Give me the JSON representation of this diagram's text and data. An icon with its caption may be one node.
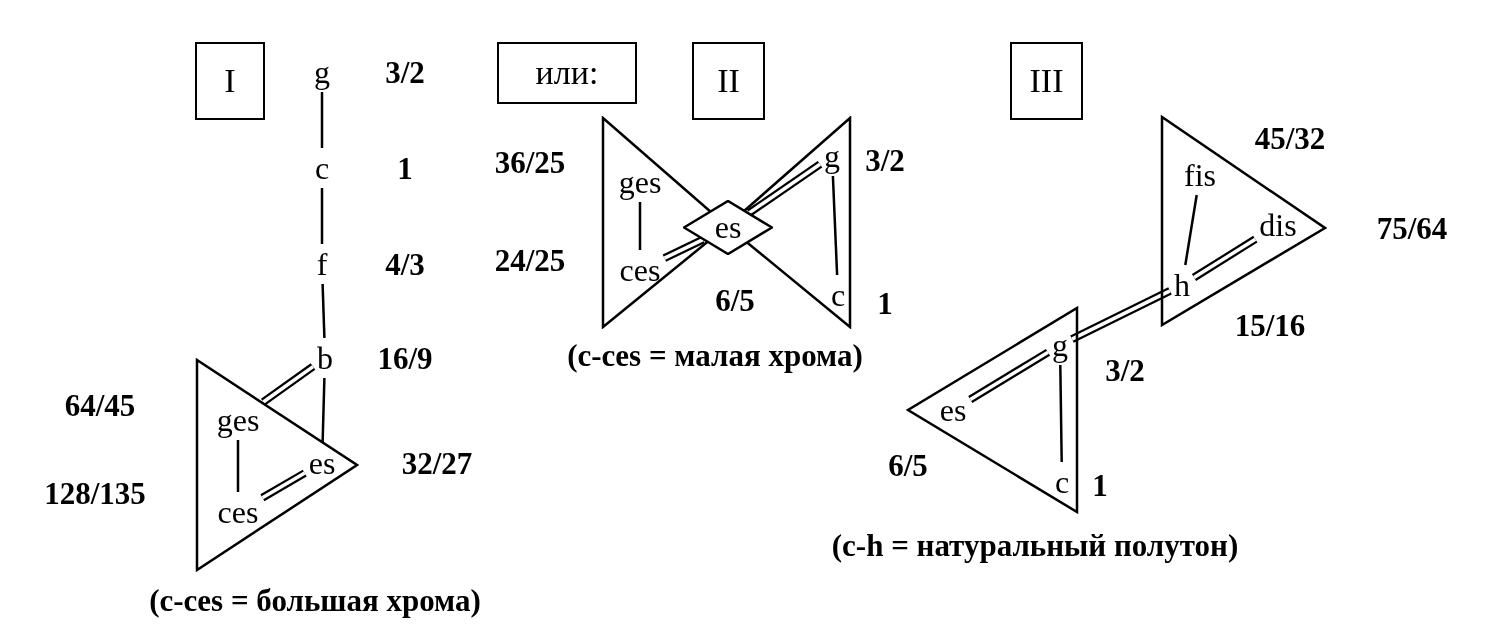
{
  "diagram": {
    "nodes": [
      {
        "text": [
          "I"
        ]
      },
      {
        "text": [
          "g"
        ],
        "beside": [
          "3/2"
        ]
      },
      {
        "text": [
          "c"
        ],
        "beside": [
          "1"
        ]
      },
      {
        "text": [
          "f"
        ],
        "beside": [
          "4/3"
        ]
      },
      {
        "text": [
          "b"
        ],
        "beside": [
          "16/9"
        ]
      },
      {
        "text": [],
        "shape": "triangle"
      },
      {
        "text": [
          "ges"
        ],
        "in": 5,
        "beside": [
          "64/45"
        ]
      },
      {
        "text": [
          "ces"
        ],
        "in": 5,
        "beside": [
          "128/135"
        ]
      },
      {
        "text": [
          "es"
        ],
        "in": 5,
        "beside": [
          "32/27"
        ]
      },
      {
        "text": [
          "или:"
        ]
      },
      {
        "text": [
          "II"
        ]
      },
      {
        "text": [],
        "shape": "triangle"
      },
      {
        "text": [
          "ges"
        ],
        "in": 11,
        "beside": [
          "36/25"
        ]
      },
      {
        "text": [
          "ces"
        ],
        "in": 11,
        "beside": [
          "24/25"
        ]
      },
      {
        "text": [],
        "shape": "triangle"
      },
      {
        "text": [
          "g"
        ],
        "in": 14,
        "beside": [
          "3/2"
        ]
      },
      {
        "text": [
          "c"
        ],
        "in": 14,
        "beside": [
          "1"
        ]
      },
      {
        "text": [
          "es"
        ],
        "beside": [
          "6/5"
        ]
      },
      {
        "text": [
          "III"
        ]
      },
      {
        "text": [],
        "shape": "triangle"
      },
      {
        "text": [
          "fis"
        ],
        "in": 19,
        "beside": [
          "45/32"
        ]
      },
      {
        "text": [
          "dis"
        ],
        "in": 19,
        "beside": [
          "75/64"
        ]
      },
      {
        "text": [
          "h"
        ],
        "in": 19,
        "beside": [
          "15/16"
        ]
      },
      {
        "text": [],
        "shape": "triangle"
      },
      {
        "text": [
          "g"
        ],
        "in": 23,
        "beside": [
          "3/2"
        ]
      },
      {
        "text": [
          "es"
        ],
        "in": 23,
        "beside": [
          "6/5"
        ]
      },
      {
        "text": [
          "c"
        ],
        "in": 23,
        "beside": [
          "1"
        ]
      }
    ],
    "edges": [
      {
        "from": 1,
        "to": 2,
        "arrow": "none"
      },
      {
        "from": 2,
        "to": 3,
        "arrow": "none"
      },
      {
        "from": 3,
        "to": 4,
        "arrow": "none"
      },
      {
        "from": 4,
        "to": 6,
        "arrow": "none",
        "style": "thick"
      },
      {
        "from": 4,
        "to": 8,
        "arrow": "none"
      },
      {
        "from": 6,
        "to": 7,
        "arrow": "none"
      },
      {
        "from": 7,
        "to": 8,
        "arrow": "none",
        "style": "thick"
      },
      {
        "from": 12,
        "to": 13,
        "arrow": "none"
      },
      {
        "from": 13,
        "to": 17,
        "arrow": "none",
        "style": "thick"
      },
      {
        "from": 17,
        "to": 15,
        "arrow": "none",
        "style": "thick"
      },
      {
        "from": 15,
        "to": 16,
        "arrow": "none"
      },
      {
        "from": 20,
        "to": 22,
        "arrow": "none"
      },
      {
        "from": 22,
        "to": 21,
        "arrow": "none",
        "style": "thick"
      },
      {
        "from": 22,
        "to": 24,
        "arrow": "none",
        "style": "thick"
      },
      {
        "from": 24,
        "to": 25,
        "arrow": "none",
        "style": "thick"
      },
      {
        "from": 24,
        "to": 26,
        "arrow": "none"
      }
    ],
    "labels": [
      "(c-ces = малая хрома)",
      "(c-h = натуральный полутон)",
      "(c-ces = большая хрома)"
    ]
  }
}
